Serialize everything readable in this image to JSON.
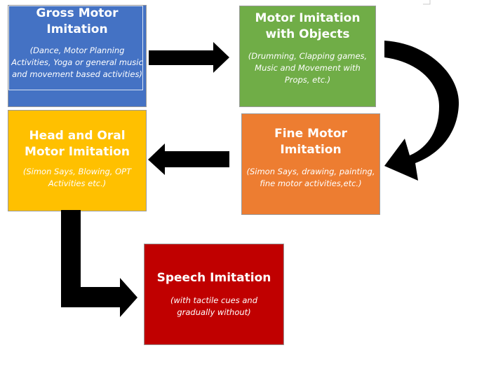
{
  "boxes": {
    "gross": {
      "title": "Gross Motor Imitation",
      "subtitle": "(Dance, Motor Planning Activities, Yoga or general music and movement based activities)",
      "color": "#4472C4"
    },
    "objects": {
      "title": "Motor Imitation with Objects",
      "subtitle": "(Drumming, Clapping games, Music and Movement with Props, etc.)",
      "color": "#70AD47"
    },
    "fine": {
      "title": "Fine Motor Imitation",
      "subtitle": "(Simon Says, drawing, painting, fine motor activities,etc.)",
      "color": "#ED7D31"
    },
    "head": {
      "title": "Head and Oral Motor Imitation",
      "subtitle": "(Simon Says, Blowing, OPT Activities etc.)",
      "color": "#FFC000"
    },
    "speech": {
      "title": "Speech Imitation",
      "subtitle": "(with tactile cues and gradually without)",
      "color": "#C00000"
    }
  },
  "arrow_color": "#000000"
}
